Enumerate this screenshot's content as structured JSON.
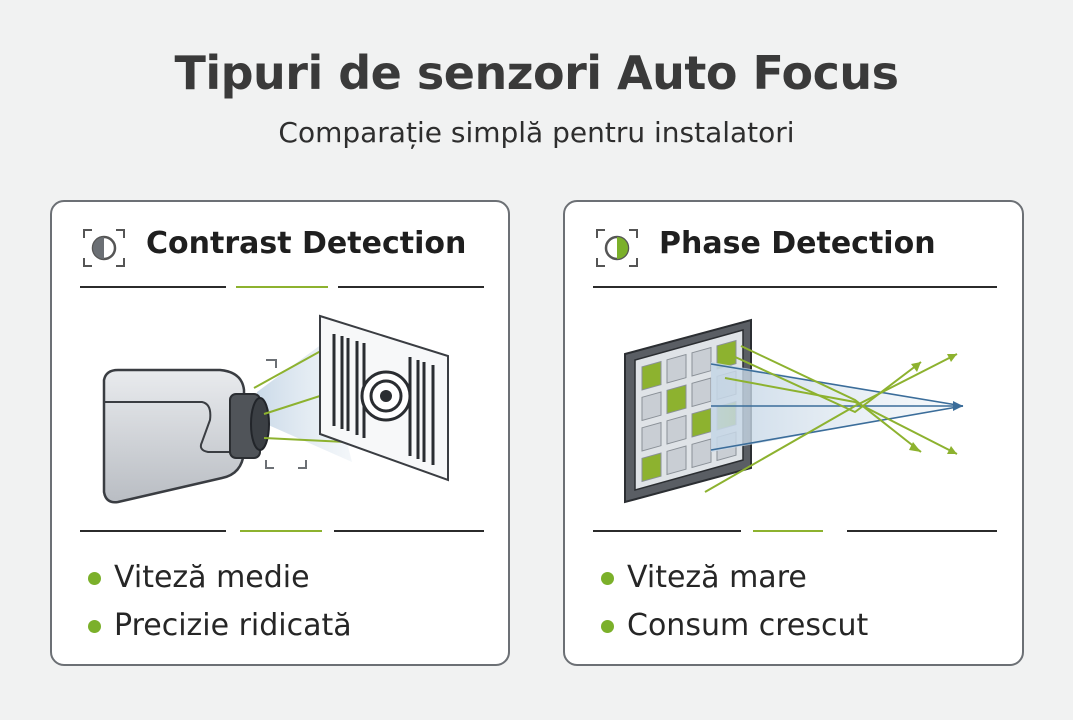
{
  "header": {
    "title": "Tipuri de senzori Auto Focus",
    "subtitle": "Comparație simplă pentru instalatori"
  },
  "colors": {
    "accent_green": "#8db22f",
    "bullet_green": "#7bb02a",
    "ray_blue": "#3b6d9a",
    "border": "#6c7075"
  },
  "cards": [
    {
      "title": "Contrast Detection",
      "icon": "contrast-focus-icon",
      "bullets": [
        "Viteză medie",
        "Precizie ridicată"
      ]
    },
    {
      "title": "Phase Detection",
      "icon": "phase-focus-icon",
      "bullets": [
        "Viteză mare",
        "Consum crescut"
      ]
    }
  ]
}
